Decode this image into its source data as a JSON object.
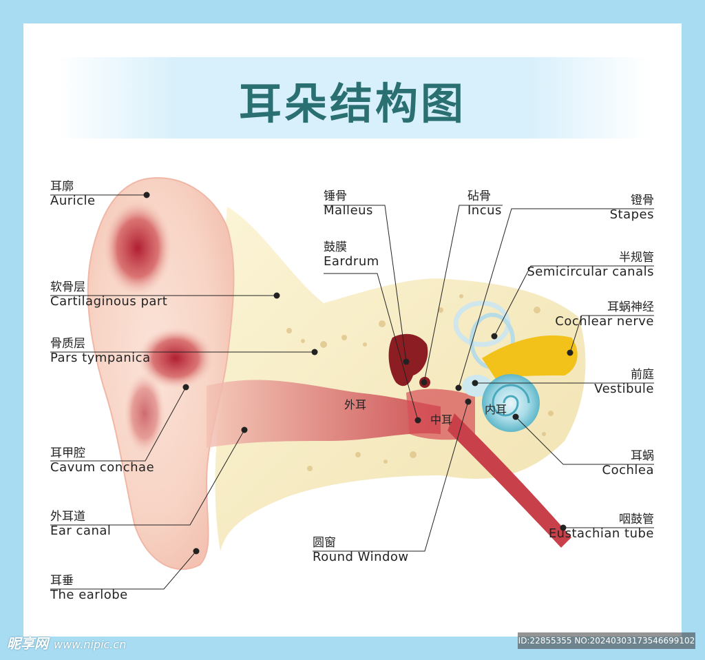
{
  "title": "耳朵结构图",
  "labels": {
    "auricle": {
      "cn": "耳廓",
      "en": "Auricle"
    },
    "cartilaginous": {
      "cn": "软骨层",
      "en": "Cartilaginous part"
    },
    "pars_tympanica": {
      "cn": "骨质层",
      "en": "Pars tympanica"
    },
    "cavum_conchae": {
      "cn": "耳甲腔",
      "en": "Cavum conchae"
    },
    "ear_canal": {
      "cn": "外耳道",
      "en": "Ear canal"
    },
    "earlobe": {
      "cn": "耳垂",
      "en": "The earlobe"
    },
    "malleus": {
      "cn": "锤骨",
      "en": "Malleus"
    },
    "incus": {
      "cn": "砧骨",
      "en": "Incus"
    },
    "eardrum": {
      "cn": "鼓膜",
      "en": "Eardrum"
    },
    "stapes": {
      "cn": "镫骨",
      "en": "Stapes"
    },
    "semicircular": {
      "cn": "半规管",
      "en": "Semicircular canals"
    },
    "cochlear_nerve": {
      "cn": "耳蜗神经",
      "en": "Cochlear nerve"
    },
    "vestibule": {
      "cn": "前庭",
      "en": "Vestibule"
    },
    "cochlea": {
      "cn": "耳蜗",
      "en": "Cochlea"
    },
    "eustachian": {
      "cn": "咽鼓管",
      "en": "Eustachian tube"
    },
    "round_window": {
      "cn": "圆窗",
      "en": "Round Window"
    }
  },
  "regions": {
    "outer_ear": "外耳",
    "middle_ear": "中耳",
    "inner_ear": "内耳"
  },
  "watermark": {
    "site": "昵享网",
    "url": "www.nipic.cn",
    "id": "ID:22855355 NO:20240303173546699102"
  },
  "colors": {
    "title": "#2a6f72",
    "frame": "#a8dcf2",
    "skin_red": "#c0303a",
    "bone": "#f6efc8",
    "cochlea_blue": "#8fd0df",
    "nerve_yellow": "#f2c21a"
  }
}
